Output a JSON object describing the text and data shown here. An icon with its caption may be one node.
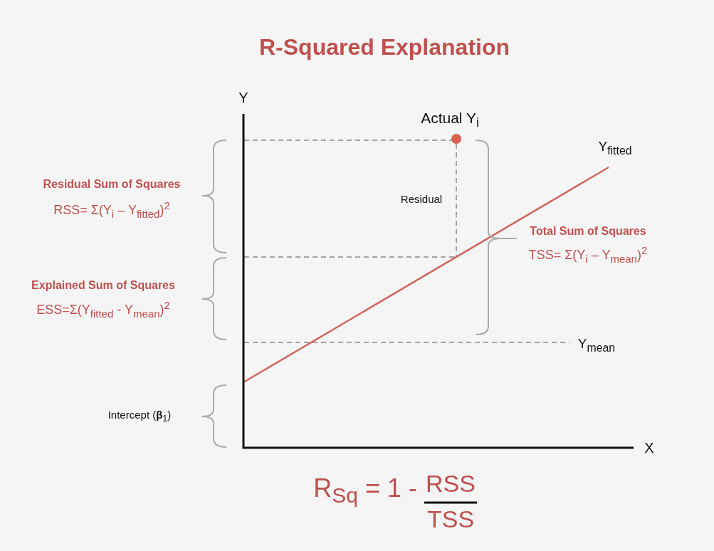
{
  "diagram": {
    "title": "R-Squared Explanation",
    "labels": [
      "Y",
      "Actual Y$_{i}$",
      "Y$_{fitted}$",
      "Residual Sum of Squares",
      "RSS= Σ(Y$_{i}$ – Y$_{fitted}$)$^{2}$",
      "Residual",
      "Total Sum of Squares",
      "TSS= Σ(Y$_{i}$ – Y$_{mean}$)$^{2}$",
      "Explained Sum of Squares",
      "ESS=Σ(Y$_{fitted}$ - Y$_{mean}$)$^{2}$",
      "Y$_{mean}$",
      "Intercept (**β**$_{1}$)",
      "X",
      "R$_{Sq}$ = 1 -",
      "RSS",
      "TSS"
    ]
  }
}
